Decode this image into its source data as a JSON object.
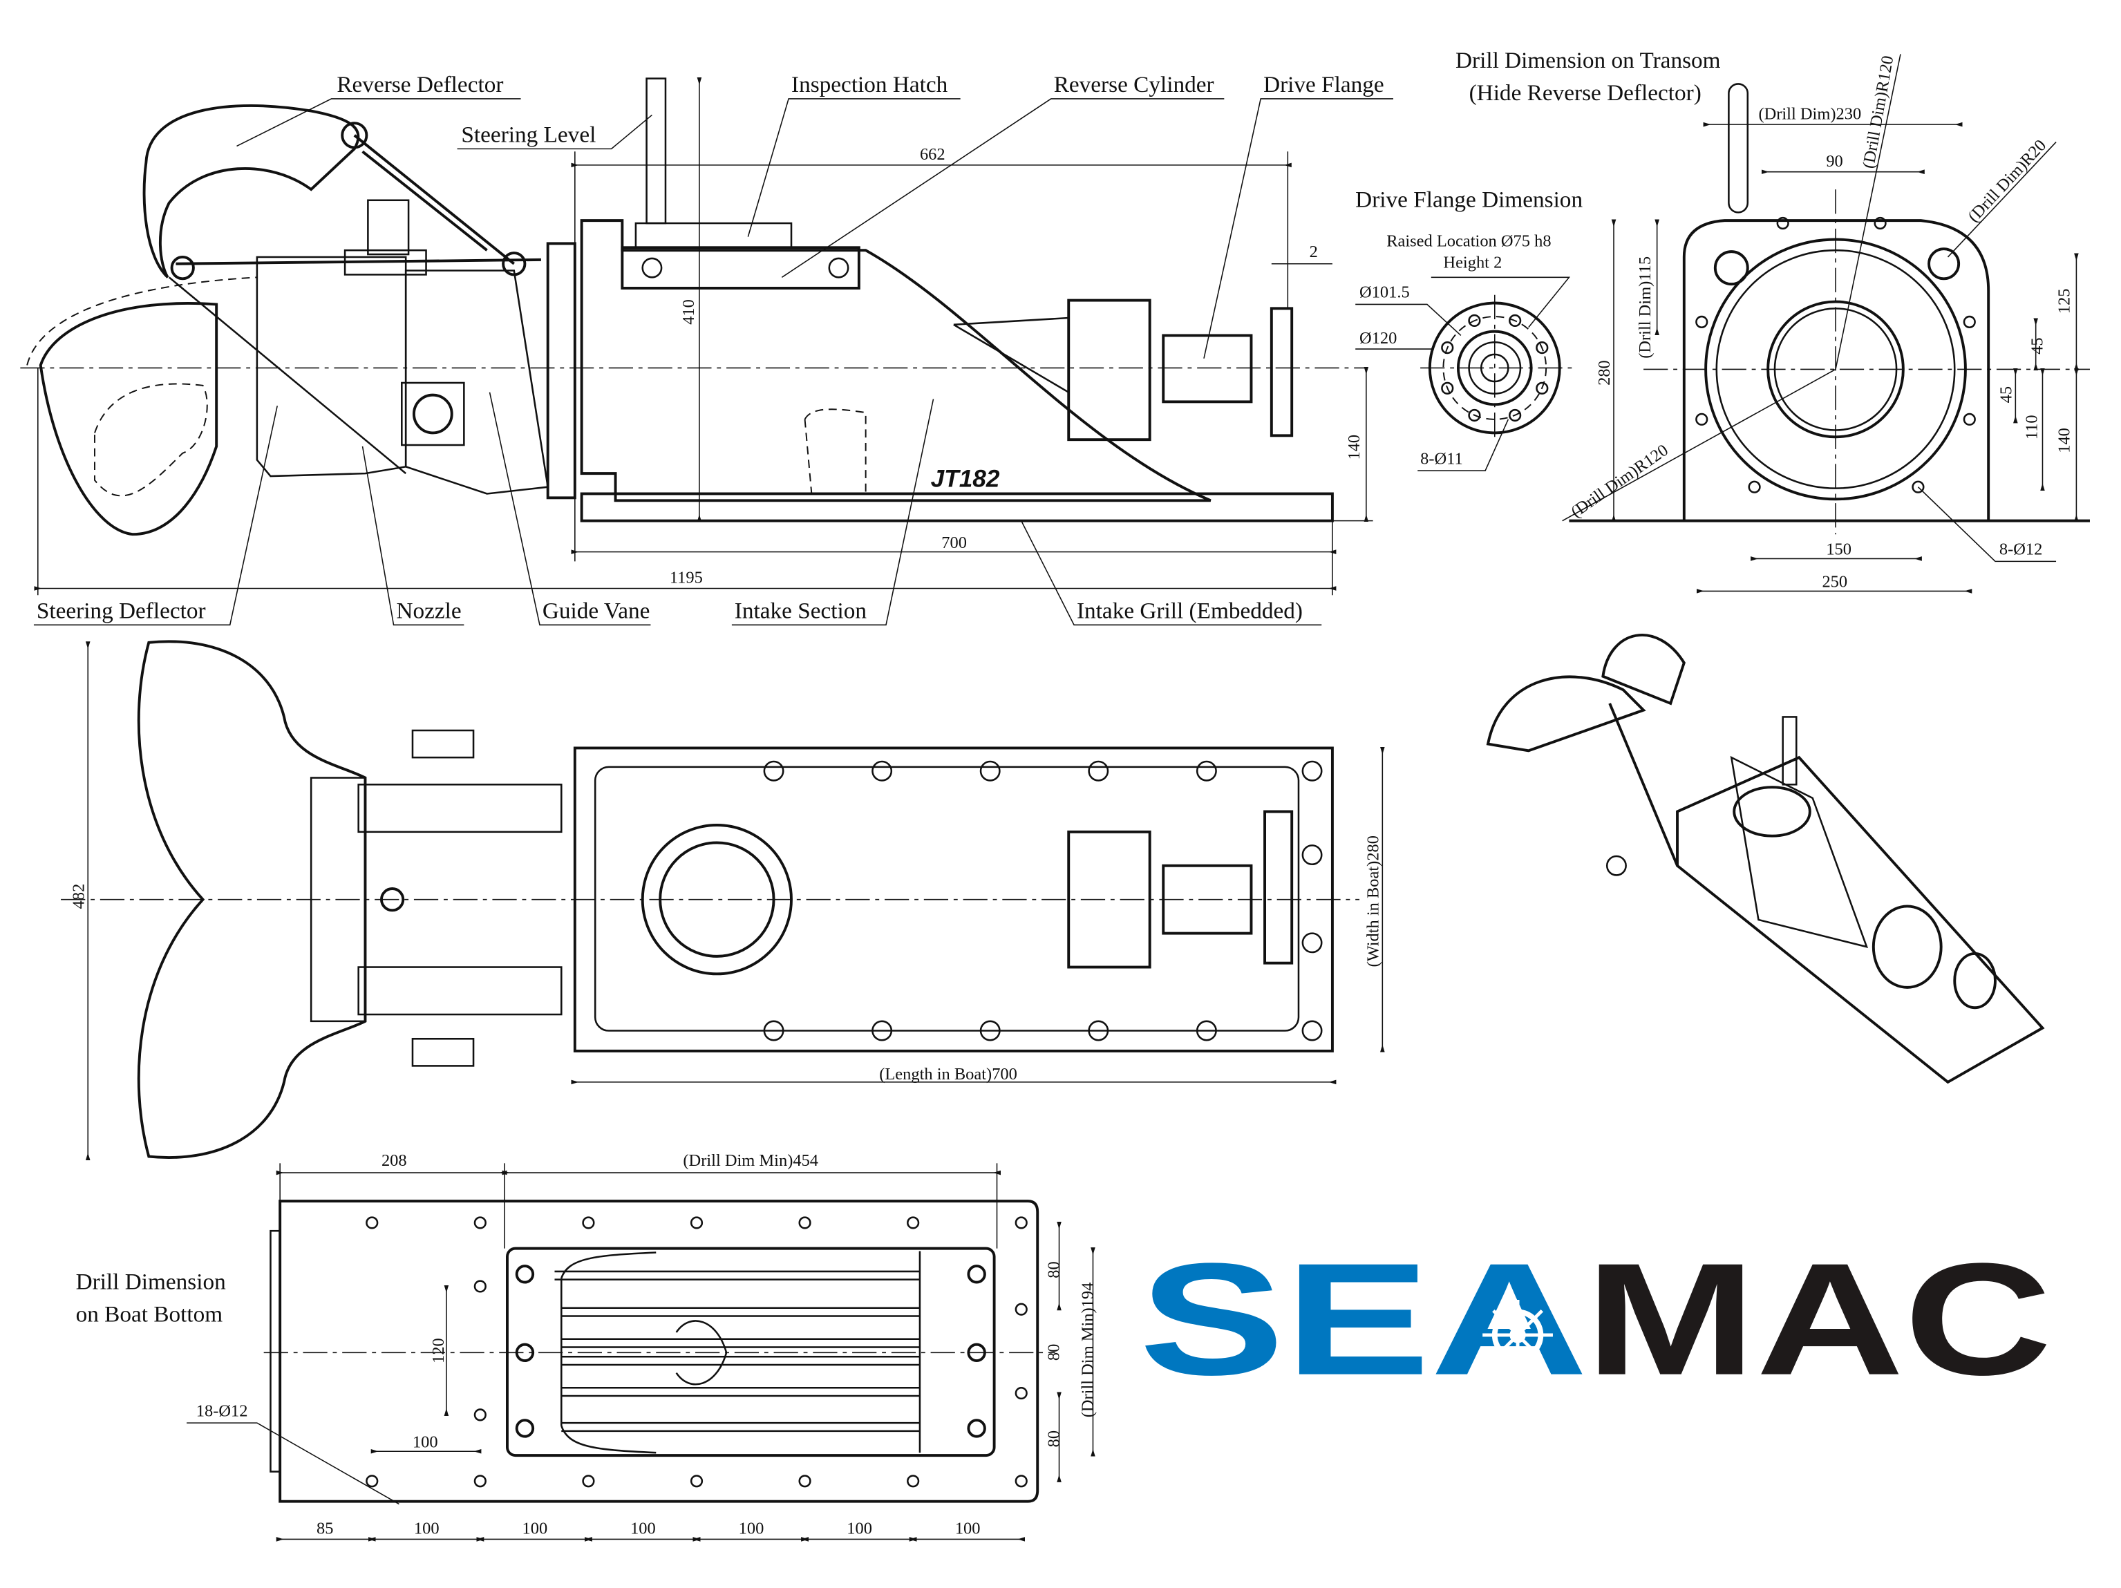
{
  "side_view": {
    "labels": {
      "reverse_deflector": "Reverse Deflector",
      "steering_level": "Steering Level",
      "inspection_hatch": "Inspection Hatch",
      "reverse_cylinder": "Reverse Cylinder",
      "drive_flange": "Drive Flange",
      "steering_deflector": "Steering Deflector",
      "nozzle": "Nozzle",
      "guide_vane": "Guide Vane",
      "intake_section": "Intake Section",
      "intake_grill": "Intake Grill (Embedded)"
    },
    "model": "JT182",
    "dims": {
      "d662": "662",
      "d410": "410",
      "d2": "2",
      "d140": "140",
      "d700": "700",
      "d1195": "1195"
    }
  },
  "drive_flange": {
    "title": "Drive Flange Dimension",
    "raised_location": "Raised Location Ø75 h8",
    "height": "Height 2",
    "dia_101": "Ø101.5",
    "dia_120": "Ø120",
    "holes": "8-Ø11"
  },
  "transom": {
    "title_line1": "Drill Dimension on Transom",
    "title_line2": "(Hide Reverse Deflector)",
    "d230": "(Drill Dim)230",
    "r120_top": "(Drill Dim)R120",
    "r20": "(Drill Dim)R20",
    "d90": "90",
    "d115": "(Drill Dim)115",
    "d280": "280",
    "d125": "125",
    "d45a": "45",
    "d45b": "45",
    "d110": "110",
    "d140": "140",
    "r120_bottom": "(Drill Dim)R120",
    "d150": "150",
    "d250": "250",
    "holes": "8-Ø12"
  },
  "top_view": {
    "d482": "482",
    "width": "(Width in Boat)280",
    "length": "(Length in Boat)700"
  },
  "boat_bottom": {
    "title_line1": "Drill Dimension",
    "title_line2": "on Boat Bottom",
    "d208": "208",
    "d454": "(Drill Dim Min)454",
    "d80a": "80",
    "d80b": "80",
    "d80c": "80",
    "d194": "(Drill Dim Min)194",
    "d120": "120",
    "d100_left": "100",
    "holes": "18-Ø12",
    "bottom_dims": [
      "85",
      "100",
      "100",
      "100",
      "100",
      "100",
      "100"
    ]
  },
  "logo": {
    "text_blue": "SEA",
    "text_black": "MAC",
    "blue": "#0077c0",
    "black": "#1e1a1a"
  }
}
